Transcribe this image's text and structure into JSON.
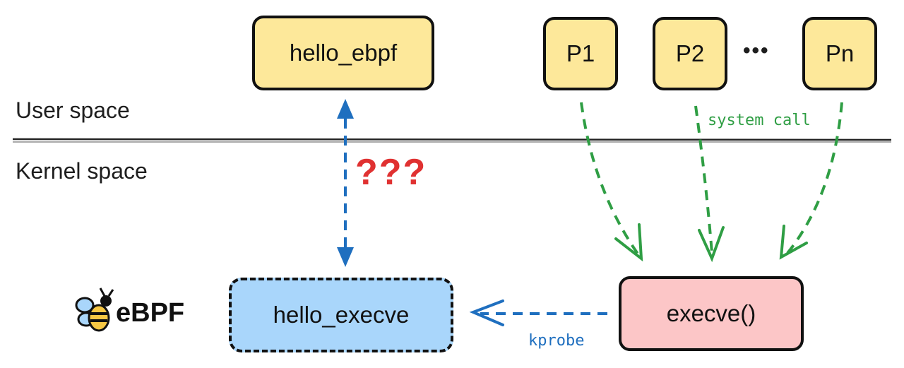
{
  "boxes": {
    "hello_ebpf": "hello_ebpf",
    "p1": "P1",
    "p2": "P2",
    "pn": "Pn",
    "hello_execve": "hello_execve",
    "execve": "execve()"
  },
  "ellipsis": "•••",
  "regions": {
    "user_space": "User space",
    "kernel_space": "Kernel space"
  },
  "annotations": {
    "question": "???",
    "system_call": "system call",
    "kprobe": "kprobe"
  },
  "logo": {
    "text": "eBPF",
    "icon": "bee-icon"
  },
  "colors": {
    "yellow_box": "#fde89a",
    "blue_box": "#a9d6fb",
    "pink_box": "#fcc6c7",
    "blue_arrow": "#1f6fbf",
    "green_arrow": "#2f9e44",
    "red_text": "#e03131"
  }
}
